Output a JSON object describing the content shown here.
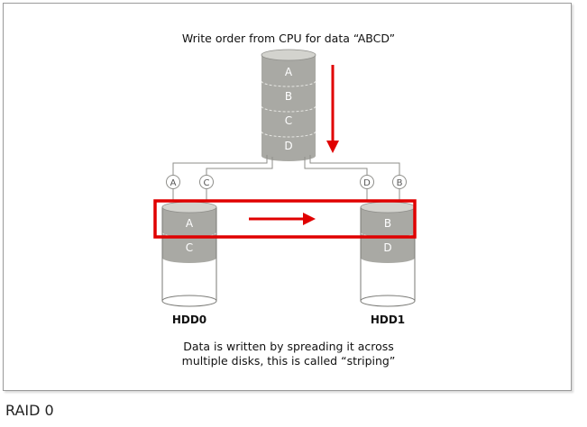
{
  "diagram": {
    "title": "Write order from CPU for data “ABCD”",
    "cpu_blocks": [
      "A",
      "B",
      "C",
      "D"
    ],
    "left_disk": {
      "name": "HDD0",
      "blocks": [
        "A",
        "C"
      ]
    },
    "right_disk": {
      "name": "HDD1",
      "blocks": [
        "B",
        "D"
      ]
    },
    "taps_left": [
      "A",
      "C"
    ],
    "taps_right": [
      "D",
      "B"
    ],
    "description_line1": "Data is written by spreading it across",
    "description_line2": "multiple disks, this is called “striping”",
    "accent_color": "#e00000",
    "disk_shade": "#a8a8a3",
    "disk_light": "#d2d2cc"
  },
  "caption": "RAID 0"
}
